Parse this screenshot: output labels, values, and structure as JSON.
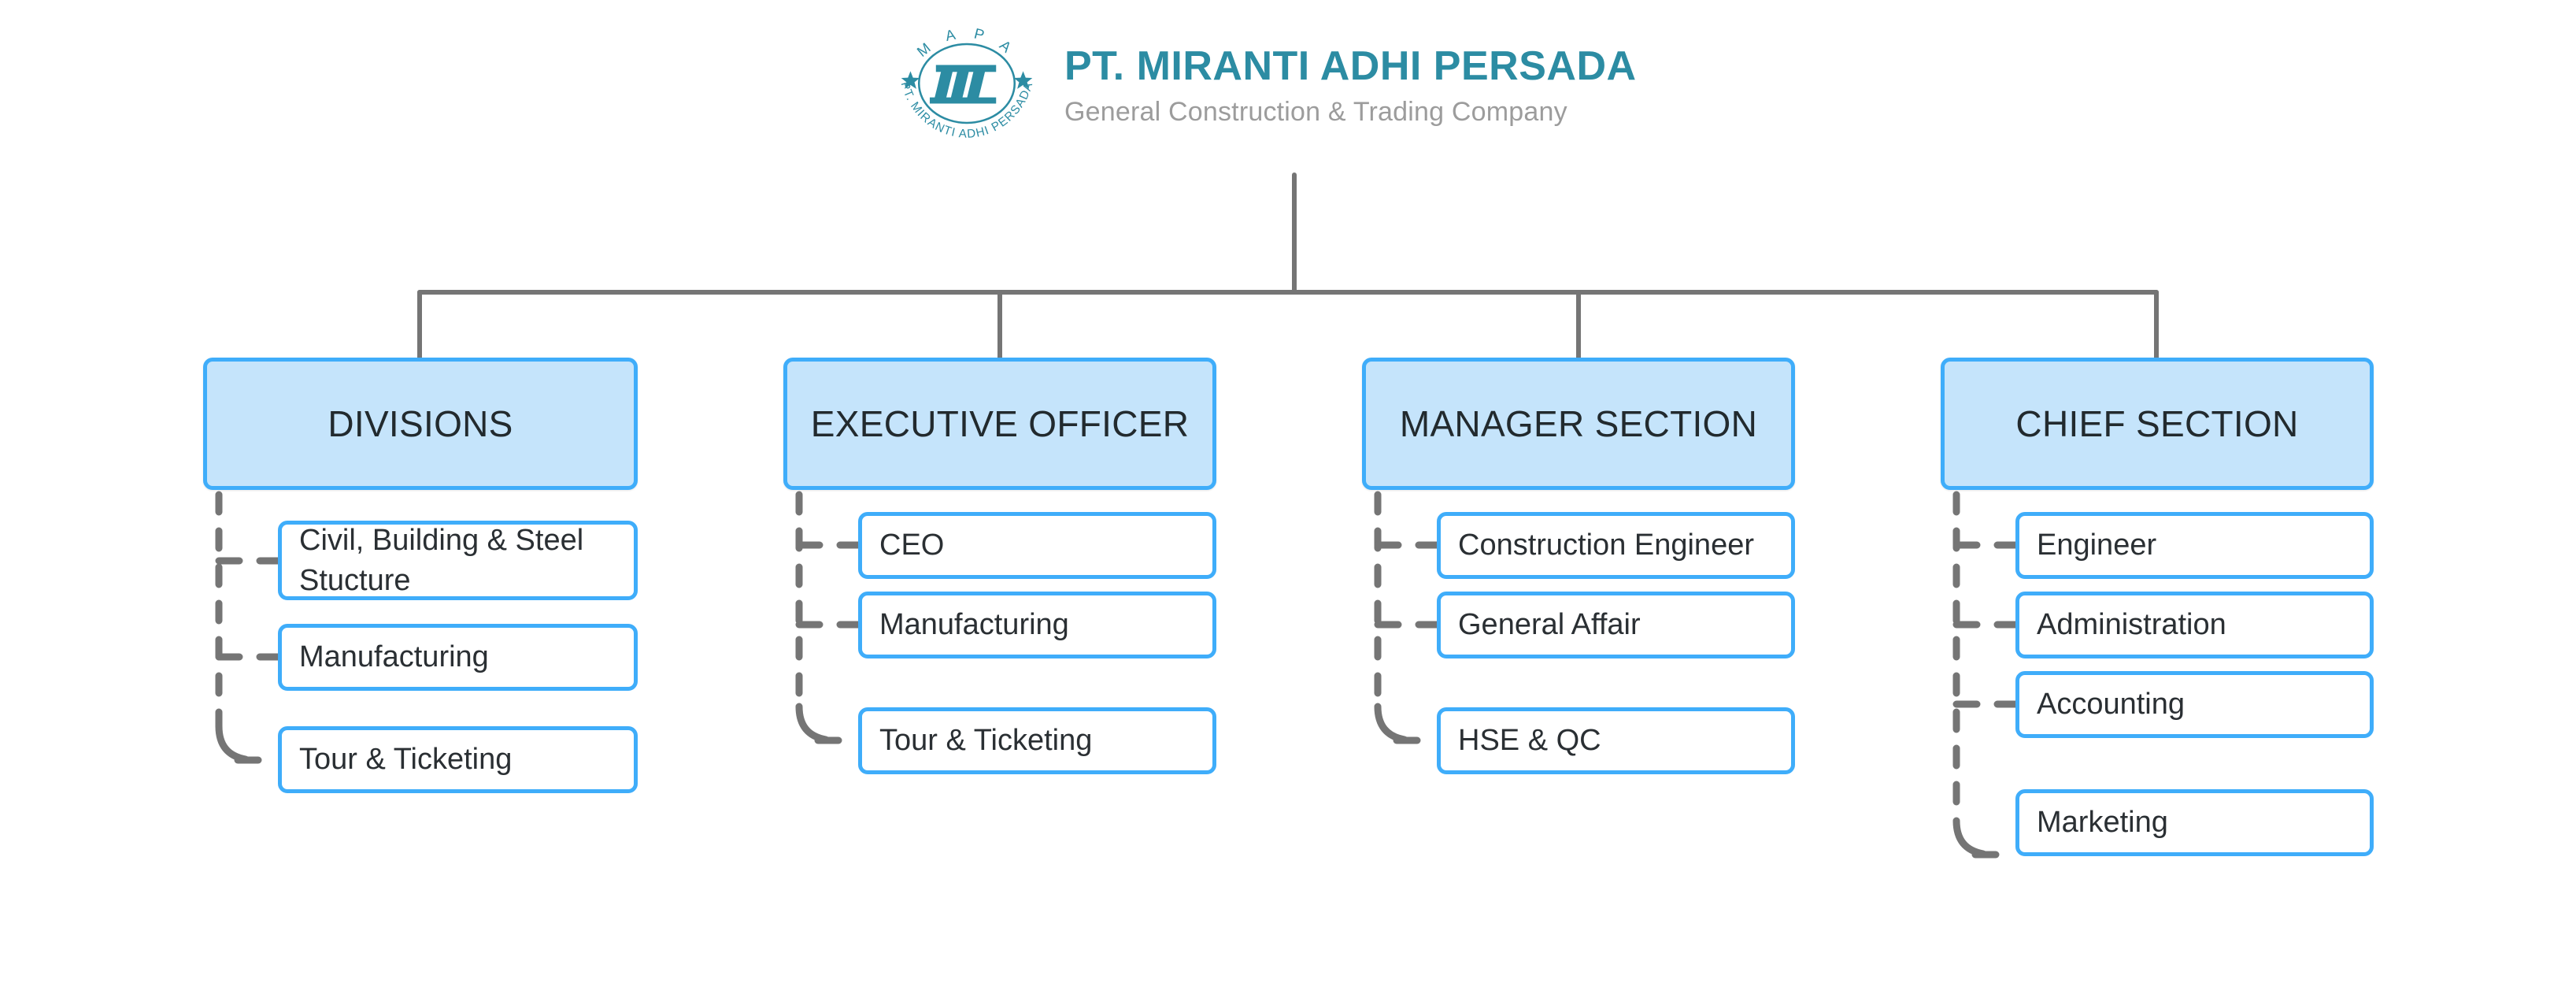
{
  "brand": {
    "logo_icon": "company-seal-logo",
    "logo_ring_top_text": "M A P A",
    "logo_ring_bottom_text": "PT. MIRANTI ADHI PERSADA",
    "logo_monogram": "m",
    "title": "PT. MIRANTI ADHI PERSADA",
    "subtitle": "General Construction & Trading Company"
  },
  "colors": {
    "brand_teal": "#2C8CA3",
    "subtitle_gray": "#9C9C9C",
    "box_border_blue": "#3FADFA",
    "header_fill_blue": "#C5E4FB",
    "connector_gray": "#757575",
    "text_dark": "#2a2f33"
  },
  "chart_data": {
    "type": "org-chart",
    "root": "PT. MIRANTI ADHI PERSADA",
    "columns": [
      {
        "title": "DIVISIONS",
        "children": [
          "Civil, Building & Steel Stucture",
          "Manufacturing",
          "Tour & Ticketing"
        ]
      },
      {
        "title": "EXECUTIVE OFFICER",
        "children": [
          "CEO",
          "Manufacturing",
          "Tour & Ticketing"
        ]
      },
      {
        "title": "MANAGER SECTION",
        "children": [
          "Construction Engineer",
          "General Affair",
          "HSE & QC"
        ]
      },
      {
        "title": "CHIEF SECTION",
        "children": [
          "Engineer",
          "Administration",
          "Accounting",
          "Marketing"
        ]
      }
    ]
  },
  "columns": [
    {
      "title": "DIVISIONS",
      "children": [
        {
          "label": "Civil, Building & Steel Stucture"
        },
        {
          "label": "Manufacturing"
        },
        {
          "label": "Tour & Ticketing"
        }
      ]
    },
    {
      "title": "EXECUTIVE OFFICER",
      "children": [
        {
          "label": "CEO"
        },
        {
          "label": "Manufacturing"
        },
        {
          "label": "Tour & Ticketing"
        }
      ]
    },
    {
      "title": "MANAGER SECTION",
      "children": [
        {
          "label": "Construction Engineer"
        },
        {
          "label": "General Affair"
        },
        {
          "label": "HSE & QC"
        }
      ]
    },
    {
      "title": "CHIEF SECTION",
      "children": [
        {
          "label": "Engineer"
        },
        {
          "label": "Administration"
        },
        {
          "label": "Accounting"
        },
        {
          "label": "Marketing"
        }
      ]
    }
  ]
}
